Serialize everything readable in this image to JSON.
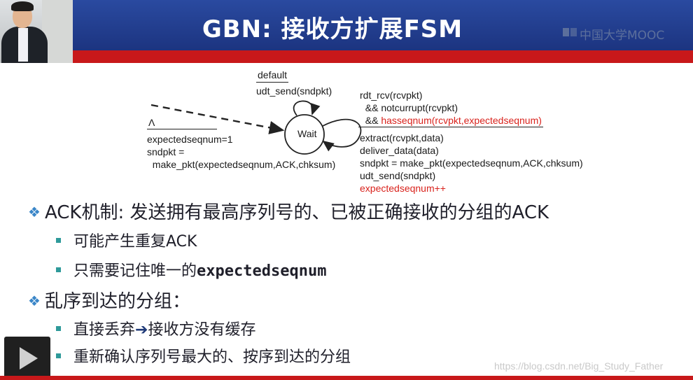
{
  "slide": {
    "title": "GBN: 接收方扩展FSM",
    "mooc_text": "中国大学MOOC",
    "header_color": "#1f3a8a",
    "accent_red": "#c8181a"
  },
  "fsm": {
    "state_label": "Wait",
    "initial_event": "Λ",
    "initial_actions": [
      "expectedseqnum=1",
      "sndpkt =",
      "  make_pkt(expectedseqnum,ACK,chksum)"
    ],
    "default_event": "default",
    "default_action": "udt_send(sndpkt)",
    "right_event_lines": [
      "rdt_rcv(rcvpkt)",
      "  && notcurrupt(rcvpkt)",
      "  && "
    ],
    "right_event_red": "hasseqnum(rcvpkt,expectedseqnum)",
    "right_actions": [
      "extract(rcvpkt,data)",
      "deliver_data(data)",
      "sndpkt = make_pkt(expectedseqnum,ACK,chksum)",
      "udt_send(sndpkt)"
    ],
    "right_action_red": "expectedseqnum++"
  },
  "bullets": {
    "ack_head": "ACK机制: 发送拥有最高序列号的、已被正确接收的分组的ACK",
    "ack_sub1": "可能产生重复ACK",
    "ack_sub2_prefix": "只需要记住唯一的",
    "ack_sub2_code": "expectedseqnum",
    "ooo_head": "乱序到达的分组：",
    "ooo_sub1_a": "直接丢弃",
    "ooo_sub1_arrow": "➔",
    "ooo_sub1_b": "接收方没有缓存",
    "ooo_sub2": "重新确认序列号最大的、按序到达的分组"
  },
  "watermark": "https://blog.csdn.net/Big_Study_Father"
}
